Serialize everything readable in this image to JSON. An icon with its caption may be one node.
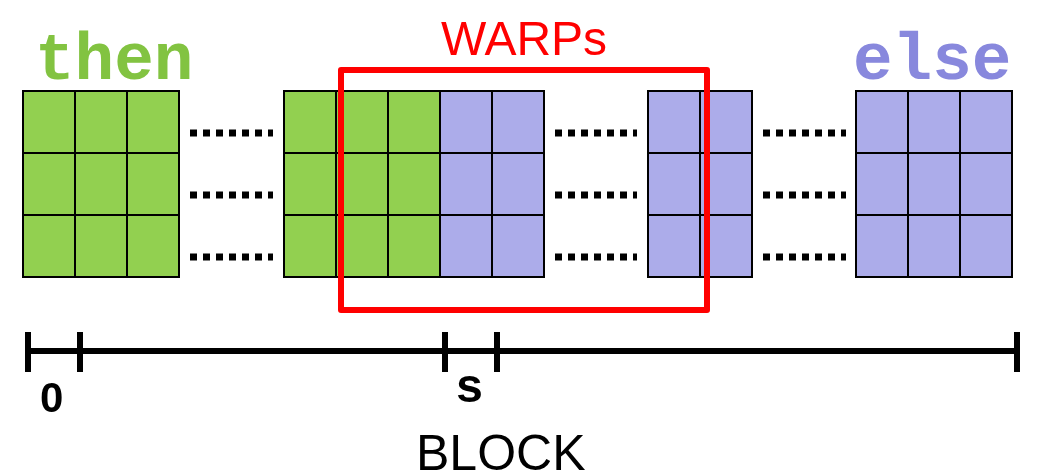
{
  "diagram": {
    "nodes": [
      {
        "text": [
          "WARPs"
        ]
      }
    ],
    "edges": [],
    "labels": [
      "then",
      "else",
      "0",
      "s",
      "BLOCK"
    ]
  }
}
